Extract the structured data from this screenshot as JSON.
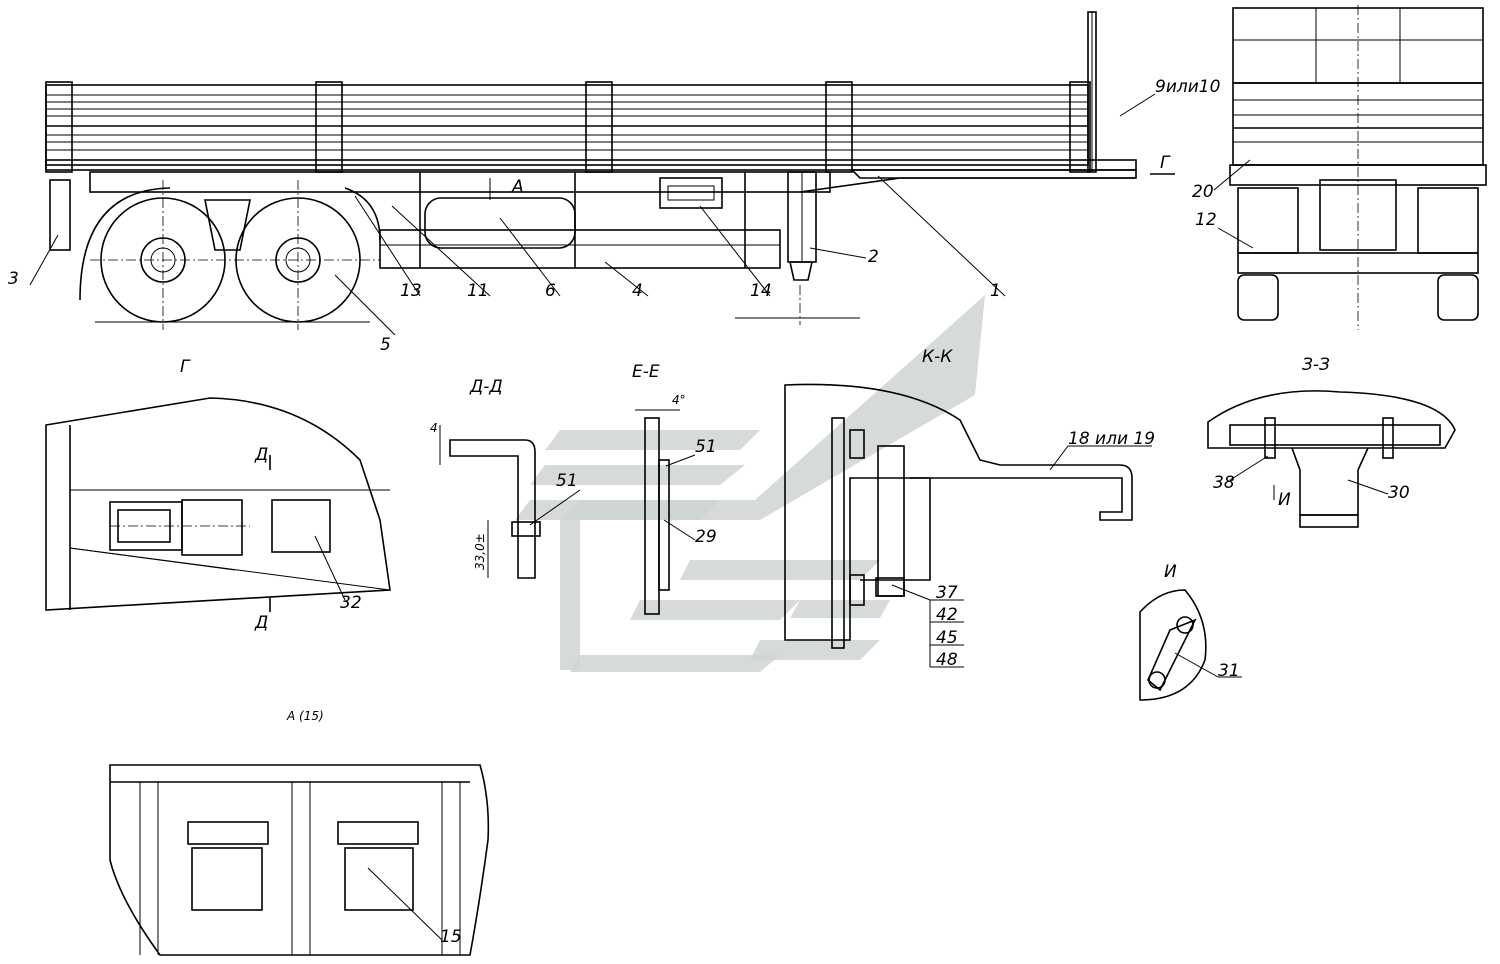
{
  "callouts": {
    "c1": "1",
    "c2": "2",
    "c3": "3",
    "c4": "4",
    "c5": "5",
    "c6": "6",
    "c11": "11",
    "c12": "12",
    "c13": "13",
    "c14": "14",
    "c15": "15",
    "c20": "20",
    "c29": "29",
    "c30": "30",
    "c31": "31",
    "c32": "32",
    "c37": "37",
    "c38": "38",
    "c42": "42",
    "c45": "45",
    "c48": "48",
    "c51a": "51",
    "c51b": "51",
    "c9or10": "9или10",
    "c18or19": "18 или 19"
  },
  "views": {
    "g_title": "Г",
    "g_arrow": "Г",
    "d_top": "Д",
    "d_bottom": "Д",
    "dd_title": "Д-Д",
    "ee_title": "Е-Е",
    "kk_title": "К-К",
    "zz_title": "З-З",
    "i_title": "И",
    "i_arrow": "И",
    "a_arrow": "А",
    "a15_title": "А (15)"
  },
  "dimensions": {
    "dd_dim": "33,0±",
    "dd_top": "4",
    "ee_top": "4°"
  },
  "colors": {
    "line": "#000000",
    "watermark": "#cfd4d4",
    "background": "#ffffff"
  }
}
